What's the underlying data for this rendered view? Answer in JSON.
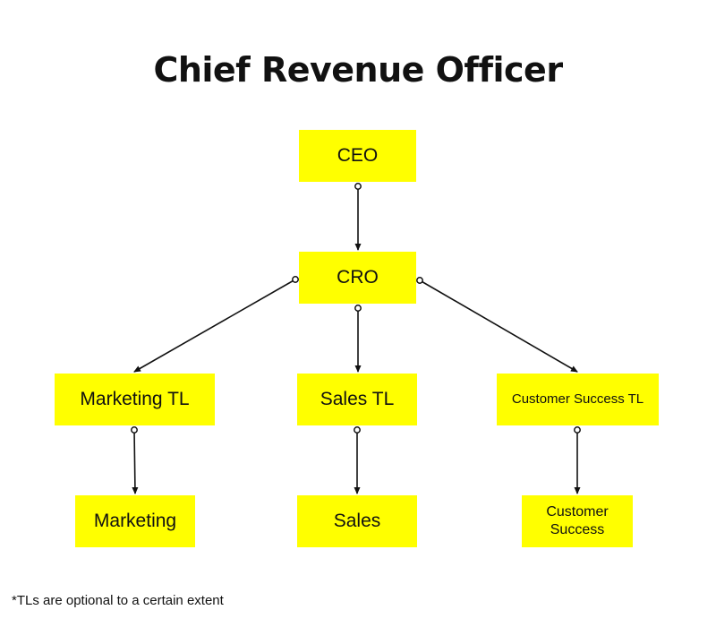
{
  "title": "Chief Revenue Officer",
  "footnote": "*TLs are optional to a certain extent",
  "colors": {
    "node_fill": "#ffff00",
    "connector": "#111111"
  },
  "nodes": {
    "ceo": {
      "label_lines": [
        "CEO"
      ]
    },
    "cro": {
      "label_lines": [
        "CRO"
      ]
    },
    "marketing_tl": {
      "label_lines": [
        "Marketing TL"
      ]
    },
    "sales_tl": {
      "label_lines": [
        "Sales TL"
      ]
    },
    "customer_success_tl": {
      "label_lines": [
        "Customer Success TL"
      ]
    },
    "marketing": {
      "label_lines": [
        "Marketing"
      ]
    },
    "sales": {
      "label_lines": [
        "Sales"
      ]
    },
    "customer_success": {
      "label_lines": [
        "Customer",
        "Success"
      ]
    }
  },
  "edges": [
    {
      "from": "ceo",
      "to": "cro"
    },
    {
      "from": "cro",
      "to": "marketing_tl"
    },
    {
      "from": "cro",
      "to": "sales_tl"
    },
    {
      "from": "cro",
      "to": "customer_success_tl"
    },
    {
      "from": "marketing_tl",
      "to": "marketing"
    },
    {
      "from": "sales_tl",
      "to": "sales"
    },
    {
      "from": "customer_success_tl",
      "to": "customer_success"
    }
  ]
}
